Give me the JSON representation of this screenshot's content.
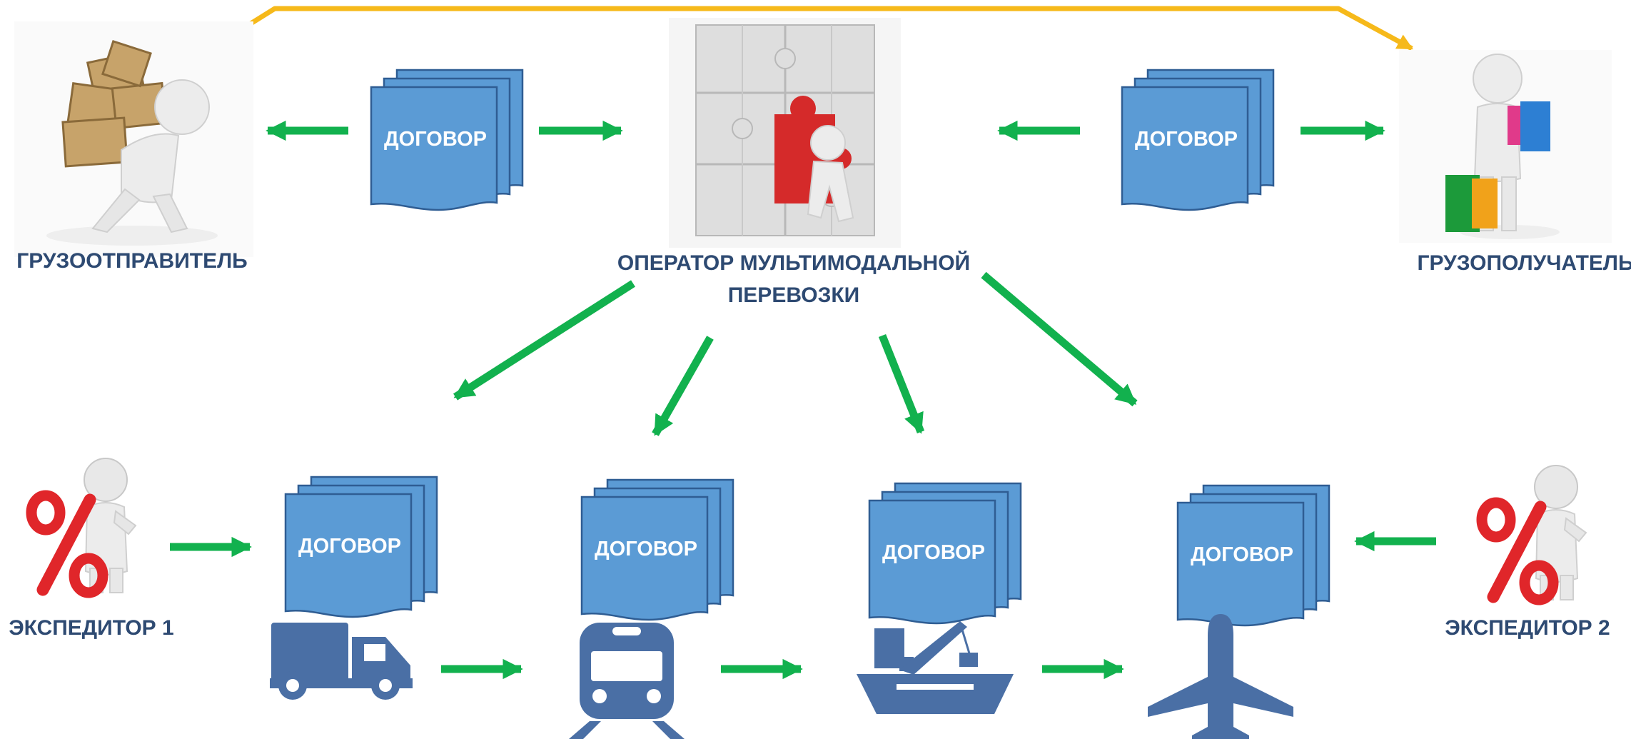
{
  "colors": {
    "flow_arrow": "#12B14E",
    "top_arrow": "#F6B91A",
    "document": "#5B9BD5",
    "document_border": "#2F5D93",
    "label": "#2E4A72",
    "transport_icon": "#4A6FA5",
    "percent": "#E0262A"
  },
  "participants": {
    "shipper": {
      "label": "ГРУЗООТПРАВИТЕЛЬ",
      "icon": "person-carrying-boxes-icon"
    },
    "consignee": {
      "label": "ГРУЗОПОЛУЧАТЕЛЬ",
      "icon": "person-with-shopping-bags-icon"
    },
    "operator": {
      "label_line1": "ОПЕРАТОР МУЛЬТИМОДАЛЬНОЙ",
      "label_line2": "ПЕРЕВОЗКИ",
      "icon": "puzzle-wall-icon"
    },
    "forwarder1": {
      "label": "ЭКСПЕДИТОР 1",
      "icon": "person-with-percent-icon"
    },
    "forwarder2": {
      "label": "ЭКСПЕДИТОР 2",
      "icon": "person-with-percent-icon"
    }
  },
  "documents": {
    "top_left": "ДОГОВОР",
    "top_right": "ДОГОВОР",
    "bottom_1": "ДОГОВОР",
    "bottom_2": "ДОГОВОР",
    "bottom_3": "ДОГОВОР",
    "bottom_4": "ДОГОВОР"
  },
  "transport": [
    "truck-icon",
    "train-icon",
    "ship-with-crane-icon",
    "airplane-icon"
  ]
}
